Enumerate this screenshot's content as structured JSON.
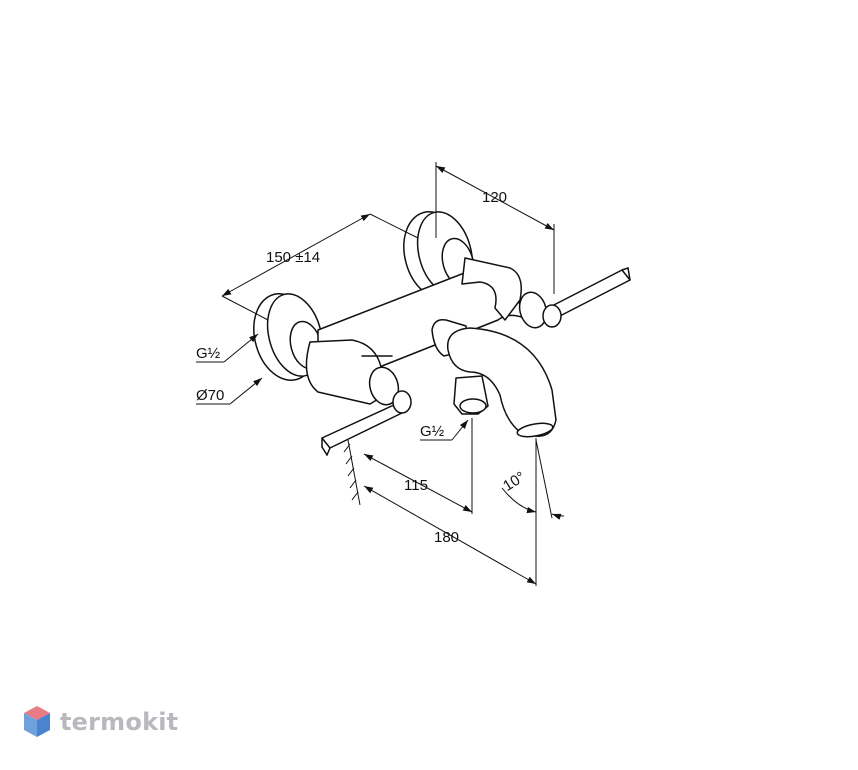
{
  "dimensions": {
    "width_top": "120",
    "centers": "150 ±14",
    "thread_left": "G½",
    "rosette_dia": "Ø70",
    "thread_outlet": "G½",
    "spout_reach_115": "115",
    "spout_reach_180": "180",
    "spout_angle": "10°"
  },
  "brand": {
    "name": "termokit",
    "colors": {
      "top": "#e97b86",
      "left": "#6fa2dc",
      "right": "#4a83cf"
    }
  },
  "icons": [
    "cube-logo-icon"
  ]
}
